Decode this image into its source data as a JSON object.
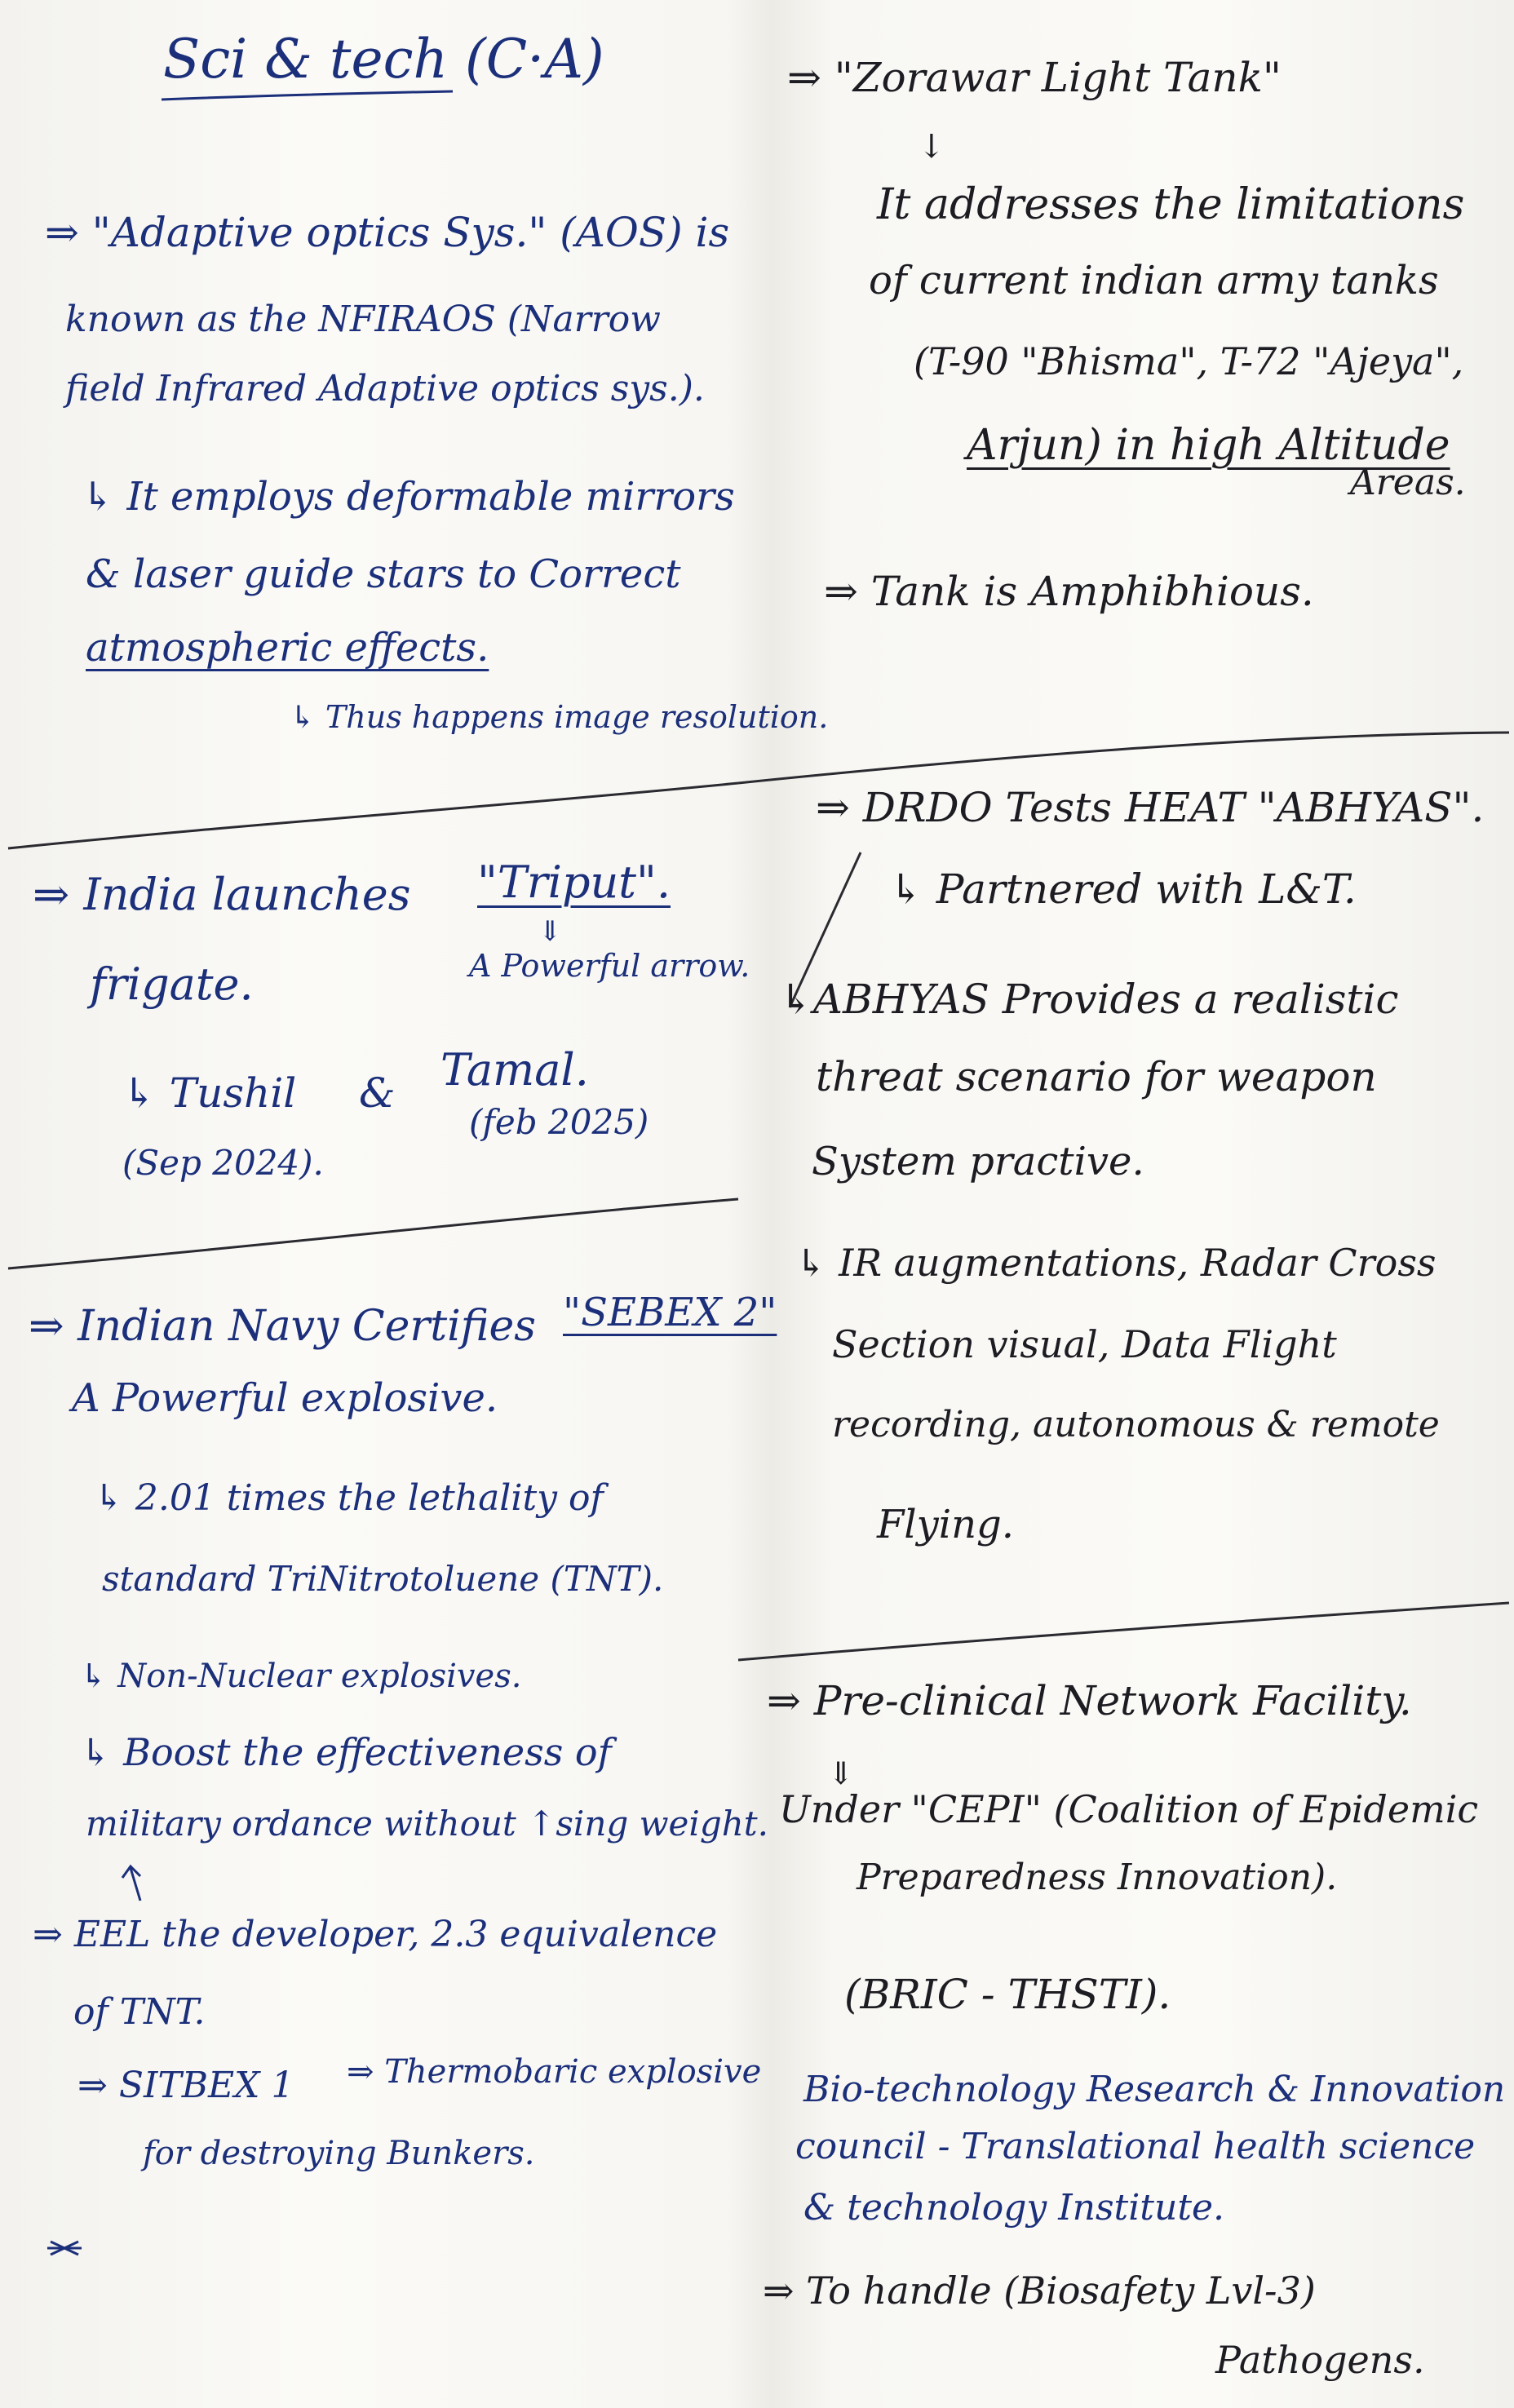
{
  "colors": {
    "blue_ink": "#1b2f7a",
    "black_ink": "#1c1c22",
    "paper": "#f6f5f1"
  },
  "title": "Sci & tech (C·A)",
  "left": {
    "aos": {
      "l1": "⇒ \"Adaptive optics Sys.\" (AOS) is",
      "l2": "known as the NFIRAOS (Narrow",
      "l3": "field Infrared Adaptive optics sys.).",
      "l4": "↳ It employs deformable mirrors",
      "l5": "& laser guide stars to Correct",
      "l6": "atmospheric effects.",
      "l7": "↳ Thus happens image resolution."
    },
    "triput": {
      "l1": "⇒ India launches",
      "name": "\"Triput\".",
      "arrow": "⇓",
      "meaning": "A Powerful arrow.",
      "l2": "frigate.",
      "l3a": "↳ Tushil",
      "l3b": "&",
      "l3c": "Tamal.",
      "d1": "(Sep 2024).",
      "d2": "(feb 2025)"
    },
    "sebex": {
      "l1": "⇒ Indian Navy Certifies",
      "name": "\"SEBEX 2\"",
      "l2": "A Powerful explosive.",
      "l3": "↳ 2.01 times the lethality of",
      "l4": "standard TriNitrotoluene (TNT).",
      "l5": "↳ Non-Nuclear explosives.",
      "l6": "↳ Boost the effectiveness of",
      "l7": "military ordance without ↑sing weight.",
      "l8": "⇒ EEL the developer, 2.3 equivalence",
      "l9": "of TNT.",
      "l10": "⇒ SITBEX 1",
      "l11": "⇒ Thermobaric explosive",
      "l12": "for destroying Bunkers."
    }
  },
  "right": {
    "zorawar": {
      "l1": "⇒ \"Zorawar Light Tank\"",
      "arrow": "↓",
      "l2": "It addresses the limitations",
      "l3": "of current indian army tanks",
      "l4": "(T-90 \"Bhisma\", T-72 \"Ajeya\",",
      "l5": "Arjun) in high Altitude",
      "l6": "Areas.",
      "l7": "⇒ Tank is Amphibhious."
    },
    "abhyas": {
      "l1": "⇒ DRDO Tests HEAT \"ABHYAS\".",
      "l2": "↳ Partnered with L&T.",
      "l3": "↳ABHYAS Provides a realistic",
      "l4": "threat scenario for weapon",
      "l5": "System practive.",
      "l6": "↳ IR augmentations, Radar Cross",
      "l7": "Section visual, Data Flight",
      "l8": "recording, autonomous & remote",
      "l9": "Flying."
    },
    "preclinical": {
      "l1": "⇒ Pre-clinical Network Facility.",
      "arrow": "⇓",
      "l2": "Under \"CEPI\" (Coalition of Epidemic",
      "l3": "Preparedness Innovation).",
      "l4": "(BRIC - THSTI).",
      "l5": "Bio-technology Research & Innovation",
      "l6": "council - Translational health science",
      "l7": "& technology Institute.",
      "l8": "⇒ To handle (Biosafety Lvl-3)",
      "l9": "Pathogens."
    }
  }
}
